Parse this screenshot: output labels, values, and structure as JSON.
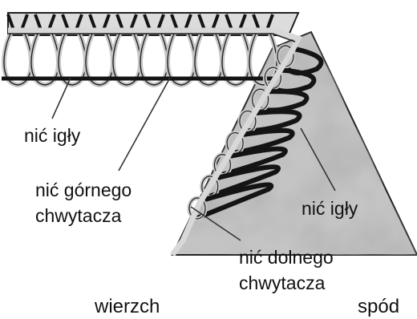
{
  "labels": {
    "needle_thread_left": "nić igły",
    "upper_looper_line1": "nić górnego",
    "upper_looper_line2": "chwytacza",
    "needle_thread_right": "nić igły",
    "lower_looper_line1": "nić dolnego",
    "lower_looper_line2": "chwytacza",
    "face_side": "wierzch",
    "back_side": "spód"
  },
  "colors": {
    "fabric_edge": "#d6d6d6",
    "fabric_shade": "#9a9a9a",
    "thread_light": "#c8c8c8",
    "thread_dark": "#141414",
    "leader_line": "#333333"
  }
}
